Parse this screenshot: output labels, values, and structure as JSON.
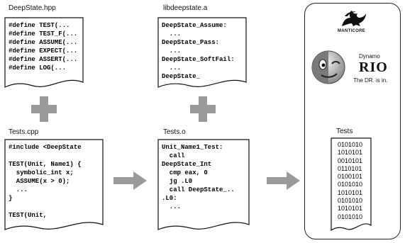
{
  "header_file": {
    "name": "DeepState.hpp",
    "lines": [
      "#define TEST(...",
      "#define TEST_F(...",
      "#define ASSUME(...",
      "#define EXPECT(...",
      "#define ASSERT(...",
      "#define LOG(..."
    ]
  },
  "library_file": {
    "name": "libdeepstate.a",
    "lines": [
      "DeepState_Assume:",
      "  ...",
      "DeepState_Pass:",
      "  ...",
      "DeepState_SoftFail:",
      "  ...",
      "DeepState_"
    ]
  },
  "source_file": {
    "name": "Tests.cpp",
    "lines": [
      "#include <DeepState",
      "",
      "TEST(Unit, Name1) {",
      "  symbolic_int x;",
      "  ASSUME(x > 0);",
      "  ...",
      "}",
      "",
      "TEST(Unit,"
    ]
  },
  "object_file": {
    "name": "Tests.o",
    "lines": [
      "Unit_Name1_Test:",
      "  call",
      "DeepState_Int",
      "  cmp eax, 0",
      "  jg .L0",
      "  call DeepState_..",
      ".L0:",
      "  ..."
    ]
  },
  "tools_panel": {
    "manticore_logo": "MANTICORE",
    "dynamorio_top": "Dynamo",
    "dynamorio_main": "RIO",
    "dynamorio_tagline": "The DR. is in.",
    "tests_title": "Tests",
    "test_bits": [
      "0101010",
      "1010101",
      "0010101",
      "0110101",
      "0100101",
      "0101010",
      "1010101",
      "0101010",
      "1010101",
      "0101010"
    ]
  },
  "colors": {
    "plus": "#9a9a9a",
    "arrow": "#9a9a9a",
    "border": "#222222"
  }
}
